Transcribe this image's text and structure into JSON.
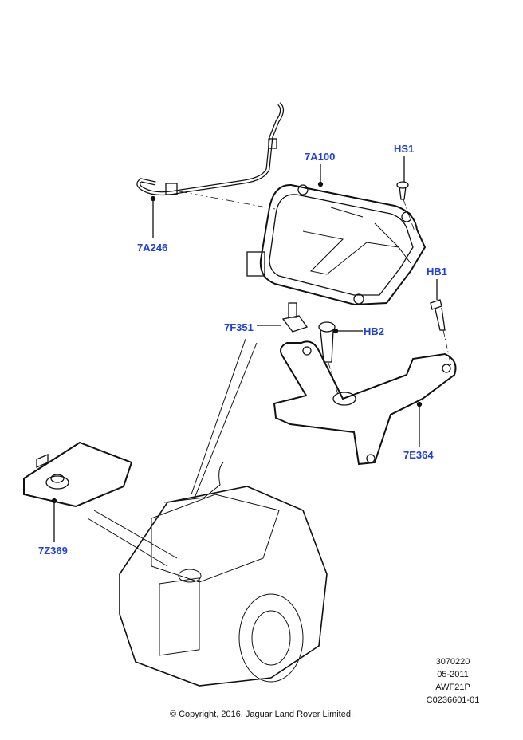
{
  "callouts": {
    "c7A100": "7A100",
    "cHS1": "HS1",
    "c7A246": "7A246",
    "cHB1": "HB1",
    "c7F351": "7F351",
    "cHB2": "HB2",
    "c7E364": "7E364",
    "c7Z369": "7Z369"
  },
  "meta": [
    "3070220",
    "05-2011",
    "AWF21P",
    "C0236601-01"
  ],
  "copyright": "© Copyright, 2016. Jaguar Land Rover Limited.",
  "colors": {
    "callout": "#1f3fe0",
    "line": "#111111"
  }
}
